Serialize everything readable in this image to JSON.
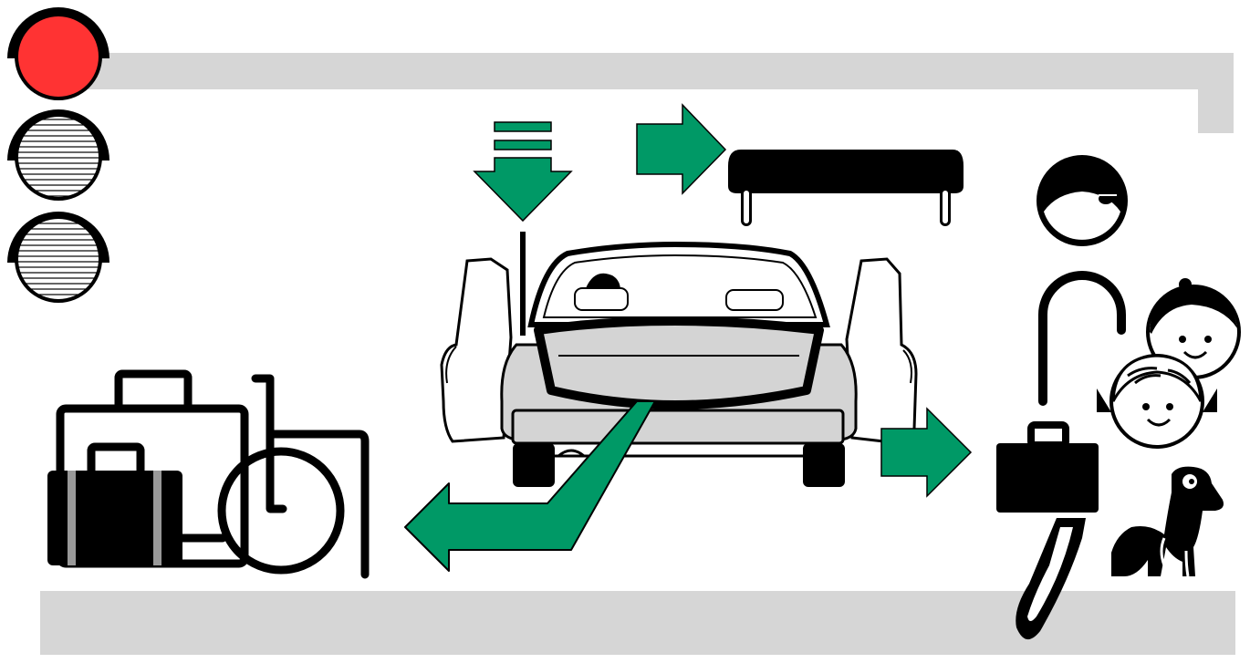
{
  "colors": {
    "background": "#ffffff",
    "signal_red": "#ff3333",
    "arrow_green": "#009966",
    "road_gray": "#d6d6d6",
    "car_gray": "#d4d4d4",
    "ink": "#000000"
  },
  "traffic_light": {
    "lamps": [
      {
        "state": "on",
        "color": "red"
      },
      {
        "state": "off",
        "color": "unlit"
      },
      {
        "state": "off",
        "color": "unlit"
      }
    ]
  },
  "icons": {
    "traffic_light": "traffic-light-icon",
    "car": "car-rear-open-icon",
    "roof_box": "roof-box-icon",
    "suitcase_large": "large-suitcase-icon",
    "suitcase_small": "small-suitcase-icon",
    "wheelchair": "wheelchair-icon",
    "adult": "adult-person-icon",
    "child_boy": "child-boy-icon",
    "child_girl": "child-girl-icon",
    "dog": "dog-icon",
    "handbag": "handbag-icon"
  },
  "arrows": [
    {
      "id": "load-down",
      "direction": "down"
    },
    {
      "id": "to-roof-box",
      "direction": "right"
    },
    {
      "id": "to-passengers",
      "direction": "right"
    },
    {
      "id": "trunk-to-luggage",
      "direction": "left"
    }
  ]
}
